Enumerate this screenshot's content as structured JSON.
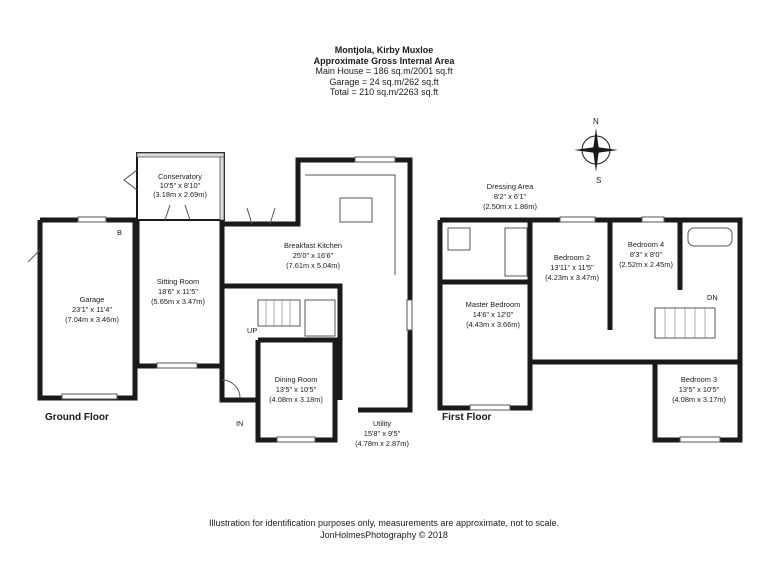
{
  "header": {
    "title": "Montjola, Kirby Muxloe",
    "subtitle": "Approximate Gross Internal Area",
    "lines": [
      "Main House = 186 sq.m/2001 sq.ft",
      "Garage = 24 sq.m/262 sq.ft",
      "Total = 210 sq.m/2263 sq.ft"
    ]
  },
  "floors": {
    "ground": "Ground Floor",
    "first": "First Floor"
  },
  "rooms": {
    "garage": {
      "name": "Garage",
      "dims": "23'1\" x 11'4\"",
      "metric": "(7.04m x 3.46m)"
    },
    "conservatory": {
      "name": "Conservatory",
      "dims": "10'5\" x 8'10\"",
      "metric": "(3.18m x 2.69m)"
    },
    "sitting": {
      "name": "Sitting Room",
      "dims": "18'6\" x 11'5\"",
      "metric": "(5.65m x 3.47m)"
    },
    "kitchen": {
      "name": "Breakfast Kitchen",
      "dims": "25'0\" x 16'6\"",
      "metric": "(7.61m x 5.04m)"
    },
    "dining": {
      "name": "Dining Room",
      "dims": "13'5\" x 10'5\"",
      "metric": "(4.08m x 3.18m)"
    },
    "utility": {
      "name": "Utility",
      "dims": "15'8\" x 9'5\"",
      "metric": "(4.78m x 2.87m)"
    },
    "dressing": {
      "name": "Dressing Area",
      "dims": "8'2\" x 6'1\"",
      "metric": "(2.50m x 1.86m)"
    },
    "master": {
      "name": "Master Bedroom",
      "dims": "14'6\" x 12'0\"",
      "metric": "(4.43m x 3.66m)"
    },
    "bed2": {
      "name": "Bedroom 2",
      "dims": "13'11\" x 11'5\"",
      "metric": "(4.23m x 3.47m)"
    },
    "bed4": {
      "name": "Bedroom 4",
      "dims": "8'3\" x 8'0\"",
      "metric": "(2.52m x 2.45m)"
    },
    "bed3": {
      "name": "Bedroom 3",
      "dims": "13'5\" x 10'5\"",
      "metric": "(4.08m x 3.17m)"
    }
  },
  "markers": {
    "up": "UP",
    "in": "IN",
    "dn": "DN",
    "boiler": "B"
  },
  "compass": {
    "north": "N",
    "south": "S"
  },
  "footer": {
    "disclaimer": "Illustration for identification purposes only, measurements are approximate, not to scale.",
    "credit": "JonHolmesPhotography © 2018"
  },
  "colors": {
    "wall": "#1a1a1a",
    "line": "#555555"
  }
}
